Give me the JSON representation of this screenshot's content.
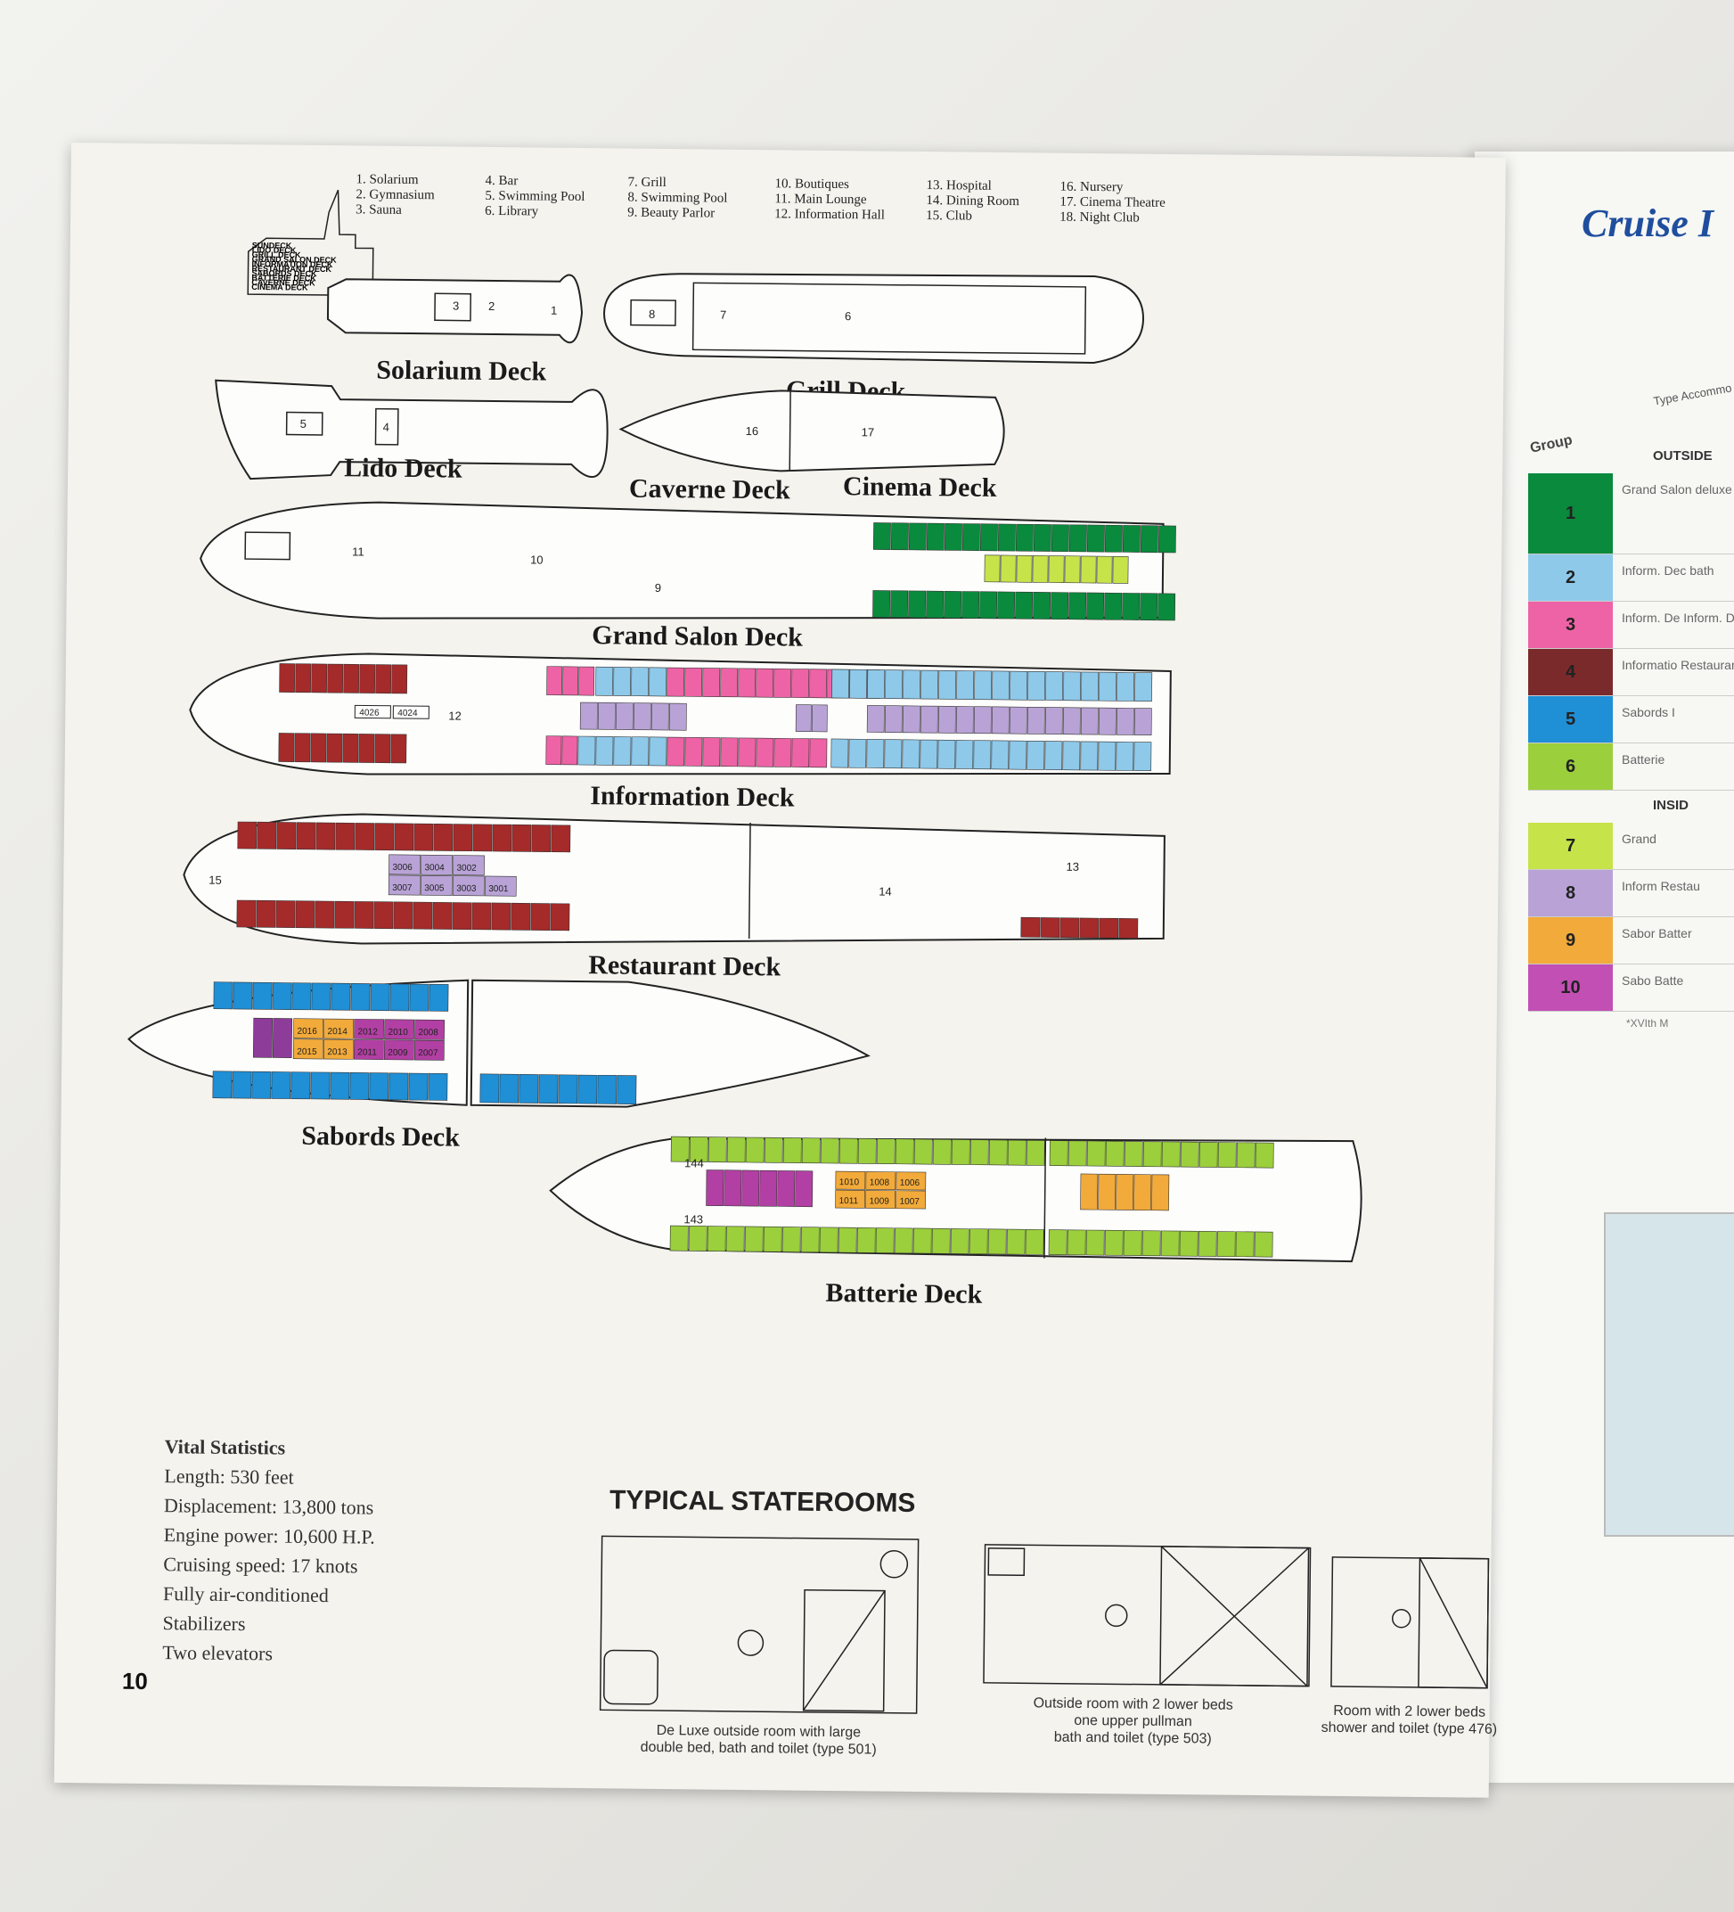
{
  "legend": {
    "col1": [
      "1. Solarium",
      "2. Gymnasium",
      "3. Sauna"
    ],
    "col2": [
      "4. Bar",
      "5. Swimming Pool",
      "6. Library"
    ],
    "col3": [
      "7. Grill",
      "8. Swimming Pool",
      "9. Beauty Parlor"
    ],
    "col4": [
      "10. Boutiques",
      "11. Main Lounge",
      "12. Information Hall"
    ],
    "col5": [
      "13. Hospital",
      "14. Dining Room",
      "15. Club"
    ],
    "col6": [
      "16. Nursery",
      "17. Cinema Theatre",
      "18. Night Club"
    ]
  },
  "profile_decks": [
    "SUNDECK",
    "LIDO DECK",
    "GRILL DECK",
    "GRAND SALON DECK",
    "INFORMATION DECK",
    "RESTAURANT DECK",
    "SABORDS DECK",
    "BATTERIE DECK",
    "CAVERNE DECK",
    "CINEMA DECK"
  ],
  "decks": {
    "solarium": "Solarium Deck",
    "grill": "Grill Deck",
    "lido": "Lido Deck",
    "caverne": "Caverne Deck",
    "cinema": "Cinema Deck",
    "grand_salon": "Grand Salon Deck",
    "information": "Information Deck",
    "restaurant": "Restaurant Deck",
    "sabords": "Sabords Deck",
    "batterie": "Batterie Deck"
  },
  "room_labels": {
    "solarium": [
      "3",
      "2",
      "1"
    ],
    "grill": [
      "8",
      "7",
      "6"
    ],
    "lido": [
      "5",
      "4"
    ],
    "caverne": "16",
    "cinema": "17",
    "grand_salon": [
      "11",
      "10",
      "9"
    ],
    "information": "12",
    "information_cabins": [
      "4026",
      "4024"
    ],
    "restaurant": [
      "15",
      "14",
      "13"
    ],
    "restaurant_cabins": [
      "3006",
      "3004",
      "3002",
      "3007",
      "3005",
      "3003",
      "3001"
    ],
    "sabords_cabins_top": [
      "2016",
      "2014",
      "2012",
      "2010",
      "2008"
    ],
    "sabords_cabins_bottom": [
      "2015",
      "2013",
      "2011",
      "2009",
      "2007"
    ],
    "batterie_cabins_top": [
      "1010",
      "1008",
      "1006"
    ],
    "batterie_cabins_bottom": [
      "1011",
      "1009",
      "1007"
    ],
    "batterie_ends": [
      "144",
      "143"
    ]
  },
  "colors": {
    "g1": "#0a8a3c",
    "g2": "#8ec9ea",
    "g3": "#ee63a5",
    "g4": "#a52a2a",
    "g5": "#1f8fd6",
    "g6": "#9bcf3c",
    "g7": "#c6e34a",
    "g8": "#b9a3d6",
    "g9": "#f2aa3a",
    "g10": "#b23fa3",
    "sabords_purple": "#8e3c9a"
  },
  "vital": {
    "title": "Vital Statistics",
    "lines": [
      "Length: 530 feet",
      "Displacement: 13,800 tons",
      "Engine power: 10,600 H.P.",
      "Cruising speed: 17 knots",
      "Fully air-conditioned",
      "Stabilizers",
      "Two elevators"
    ]
  },
  "typical_title": "TYPICAL STATEROOMS",
  "captions": {
    "c1": [
      "De Luxe outside room with large",
      "double bed, bath and toilet (type 501)"
    ],
    "c2": [
      "Outside room with 2 lower beds",
      "one upper pullman",
      "bath and toilet (type 503)"
    ],
    "c3": [
      "Room with 2 lower beds",
      "shower and toilet (type 476)"
    ]
  },
  "page_number": "10",
  "right_page": {
    "title": "Cruise I",
    "type_header": "Type Accommo",
    "group_header": "Group",
    "outside": "OUTSIDE",
    "inside": "INSID",
    "groups": [
      {
        "num": "1",
        "text": "Grand Salon deluxe with",
        "color": "#0a8a3c"
      },
      {
        "num": "2",
        "text": "Inform. Dec bath",
        "color": "#8ec9ea"
      },
      {
        "num": "3",
        "text": "Inform. De Inform. De",
        "color": "#ee63a5"
      },
      {
        "num": "4",
        "text": "Informatio Restaurar",
        "color": "#7a2a2a"
      },
      {
        "num": "5",
        "text": "Sabords I",
        "color": "#1f8fd6"
      },
      {
        "num": "6",
        "text": "Batterie",
        "color": "#9bcf3c"
      },
      {
        "num": "7",
        "text": "Grand",
        "color": "#c6e34a"
      },
      {
        "num": "8",
        "text": "Inform Restau",
        "color": "#b9a3d6"
      },
      {
        "num": "9",
        "text": "Sabor Batter",
        "color": "#f2aa3a"
      },
      {
        "num": "10",
        "text": "Sabo Batte",
        "color": "#c24fb3"
      }
    ],
    "footnote": "*XVIth M"
  }
}
